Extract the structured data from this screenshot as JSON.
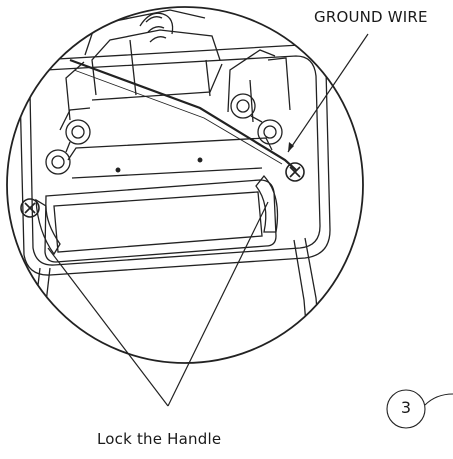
{
  "diagram": {
    "callouts": {
      "ground_wire": "GROUND WIRE",
      "lock_handle": "Lock the Handle"
    },
    "step_number": "3"
  }
}
